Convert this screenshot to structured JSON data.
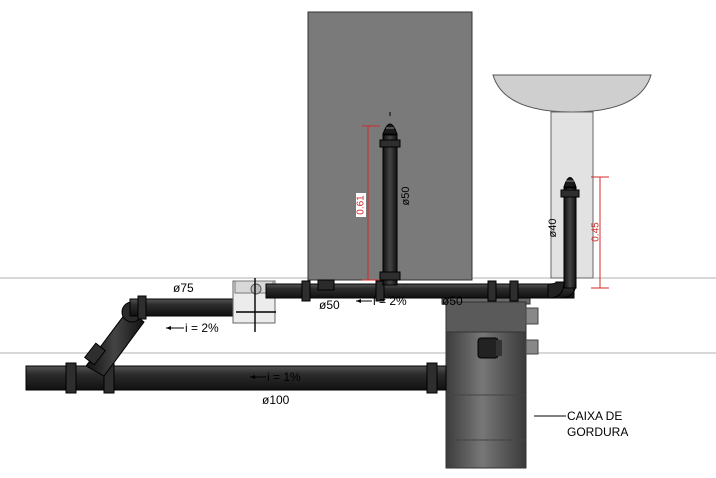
{
  "colors": {
    "background": "#ffffff",
    "wall": "#7a7a7a",
    "pipe": "#262626",
    "pipe_highlight": "#555555",
    "grease_box": "#5a5a5a",
    "dimension": "#d42a2a",
    "floor_line": "#b0b0b0",
    "sink": "#cfcfcf"
  },
  "labels": {
    "d75": "ø75",
    "d50_left": "ø50",
    "d50_right": "ø50",
    "d50_vertical": "ø50",
    "d40_vertical": "ø40",
    "d100": "ø100",
    "slope_upper": "i = 2%",
    "slope_middle": "i = 2%",
    "slope_lower": "i = 1%",
    "grease_box_line1": "CAIXA DE",
    "grease_box_line2": "GORDURA"
  },
  "dimensions": {
    "left_height": "0.61",
    "right_height": "0.45"
  }
}
